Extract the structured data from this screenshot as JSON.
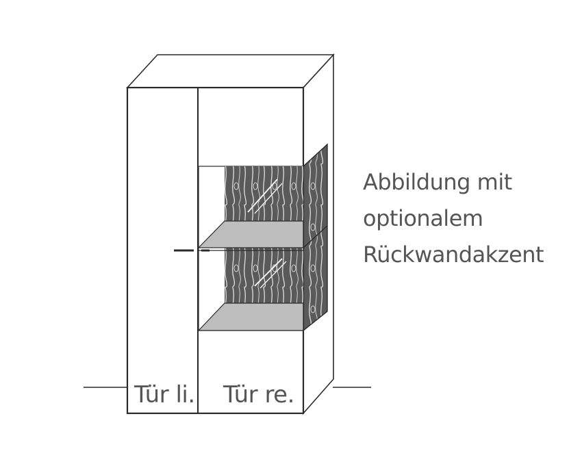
{
  "caption": {
    "line1": "Abbildung mit",
    "line2": "optionalem",
    "line3": "Rückwandakzent"
  },
  "labels": {
    "door_left": "Tür li.",
    "door_right": "Tür re."
  },
  "colors": {
    "outline": "#2a2a2a",
    "text": "#555555",
    "glass_shelf": "#bdbdbd",
    "accent_panel": "#5e5e5e",
    "background": "#ffffff"
  }
}
